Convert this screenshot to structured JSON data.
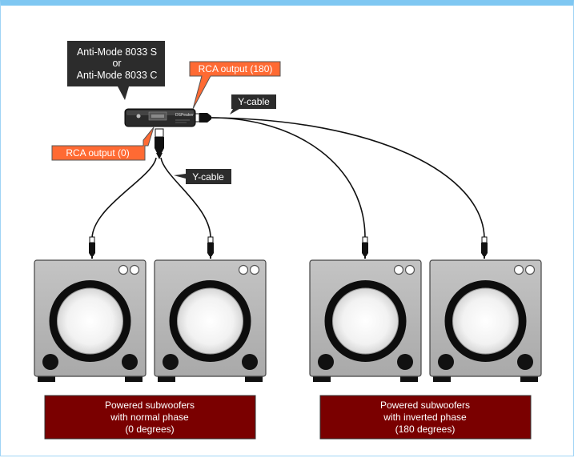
{
  "device_callout": {
    "line1": "Anti-Mode 8033 S",
    "line2": "or",
    "line3": "Anti-Mode 8033 C"
  },
  "labels": {
    "rca_180": "RCA output (180)",
    "rca_0": "RCA output (0)",
    "y_cable_top": "Y-cable",
    "y_cable_mid": "Y-cable"
  },
  "device_brand": "DSPeaker",
  "groups": {
    "normal": {
      "line1": "Powered subwoofers",
      "line2": "with normal phase",
      "line3": "(0 degrees)"
    },
    "inverted": {
      "line1": "Powered subwoofers",
      "line2": "with inverted phase",
      "line3": "(180 degrees)"
    }
  },
  "colors": {
    "callout_dark": "#2c2c2c",
    "callout_orange": "#ff6a33",
    "group_box": "#7a0000",
    "speaker_body": "#b8b8b8",
    "frame": "#7fc7f2"
  }
}
